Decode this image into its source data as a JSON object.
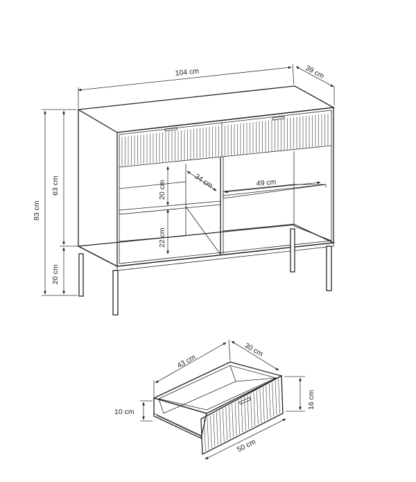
{
  "cabinet_dimensions": {
    "width": "104 cm",
    "depth": "39 cm",
    "total_height": "83 cm",
    "body_height": "63 cm",
    "leg_height": "20 cm",
    "upper_shelf_gap": "20 cm",
    "lower_shelf_gap": "22 cm",
    "shelf_depth": "34 cm",
    "shelf_width": "49 cm"
  },
  "drawer_dimensions": {
    "inner_width": "43 cm",
    "inner_depth": "30 cm",
    "front_width": "50 cm",
    "front_height": "16 cm",
    "side_height": "10 cm"
  }
}
